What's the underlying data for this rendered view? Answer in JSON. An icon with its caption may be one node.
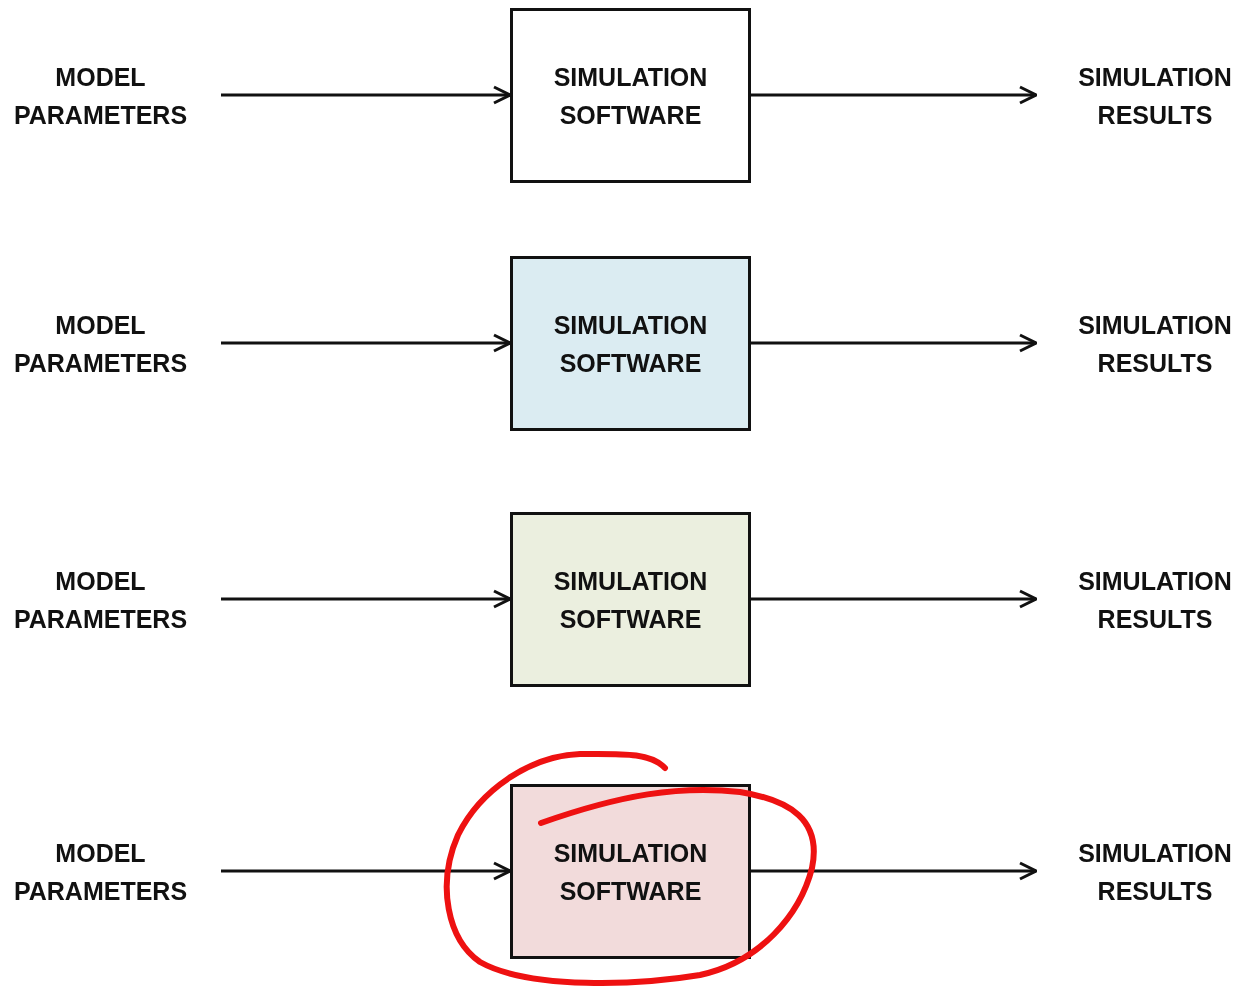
{
  "diagram": {
    "nodes": [
      {
        "text": [
          "MODEL PARAMETERS"
        ]
      },
      {
        "text": [
          "SIMULATION SOFTWARE"
        ]
      },
      {
        "text": [
          "SIMULATION RESULTS"
        ]
      },
      {
        "text": [
          "MODEL PARAMETERS"
        ]
      },
      {
        "text": [
          "SIMULATION SOFTWARE"
        ]
      },
      {
        "text": [
          "SIMULATION RESULTS"
        ]
      },
      {
        "text": [
          "MODEL PARAMETERS"
        ]
      },
      {
        "text": [
          "SIMULATION SOFTWARE"
        ]
      },
      {
        "text": [
          "SIMULATION RESULTS"
        ]
      },
      {
        "text": [
          "MODEL PARAMETERS"
        ]
      },
      {
        "text": [
          "SIMULATION SOFTWARE"
        ]
      },
      {
        "text": [
          "SIMULATION RESULTS"
        ]
      }
    ],
    "edges": [
      {
        "from": 0,
        "to": 1,
        "arrow": "to"
      },
      {
        "from": 1,
        "to": 2,
        "arrow": "to"
      },
      {
        "from": 3,
        "to": 4,
        "arrow": "to"
      },
      {
        "from": 4,
        "to": 5,
        "arrow": "to"
      },
      {
        "from": 6,
        "to": 7,
        "arrow": "to"
      },
      {
        "from": 7,
        "to": 8,
        "arrow": "to"
      },
      {
        "from": 9,
        "to": 10,
        "arrow": "to"
      },
      {
        "from": 10,
        "to": 11,
        "arrow": "to"
      }
    ]
  }
}
